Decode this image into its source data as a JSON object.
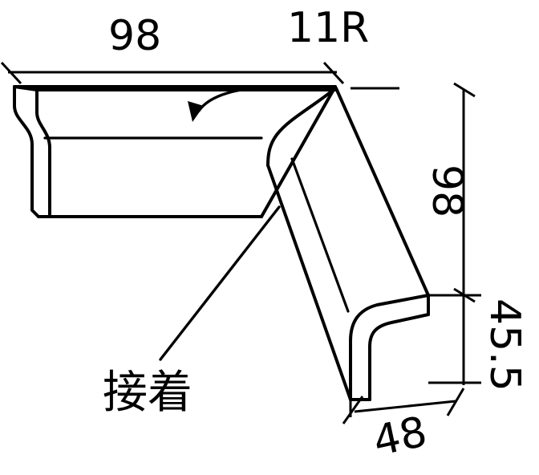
{
  "drawing": {
    "title": "corner joint profile drawing",
    "background_color": "#ffffff",
    "line_color": "#000000",
    "dimensions": {
      "width_top": "98",
      "radius_note": "11R",
      "height_right": "98",
      "height_lower_right": "45.5",
      "width_bottom": "48"
    },
    "annotations": {
      "adhesive_label": "接着"
    },
    "units_note": ""
  }
}
